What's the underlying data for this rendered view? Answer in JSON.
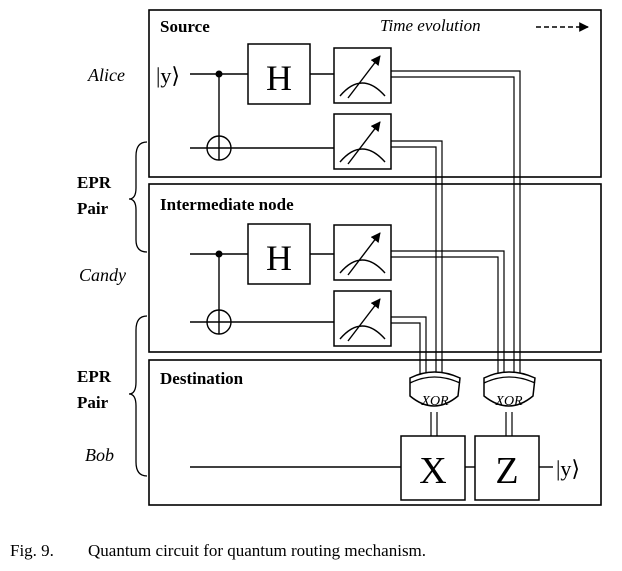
{
  "sections": {
    "source": "Source",
    "intermediate": "Intermediate node",
    "destination": "Destination"
  },
  "time_evolution": "Time evolution",
  "parties": {
    "alice": "Alice",
    "candy": "Candy",
    "bob": "Bob"
  },
  "epr_pairs": [
    {
      "line1": "EPR",
      "line2": "Pair"
    },
    {
      "line1": "EPR",
      "line2": "Pair"
    }
  ],
  "states": {
    "input": "|y⟩",
    "output": "|y⟩"
  },
  "gates": {
    "hadamard": "H",
    "pauli_x": "X",
    "pauli_z": "Z",
    "xor": "XOR"
  },
  "caption": {
    "label": "Fig. 9.",
    "text": "Quantum circuit for quantum routing mechanism."
  }
}
